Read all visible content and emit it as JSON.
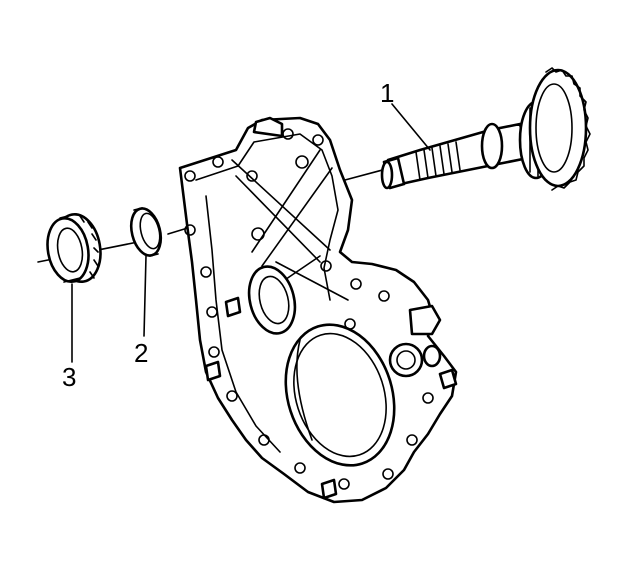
{
  "callouts": {
    "shaft": "1",
    "seal_ring": "2",
    "bearing": "3"
  },
  "colors": {
    "line": "#000000",
    "background": "#ffffff"
  }
}
